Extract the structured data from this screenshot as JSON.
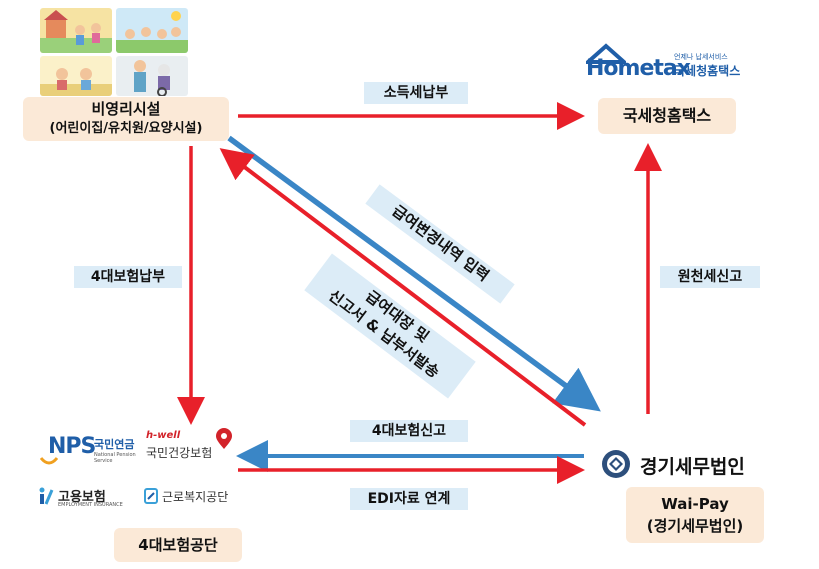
{
  "nodes": {
    "nonprofit": {
      "title": "비영리시설",
      "subtitle": "(어린이집/유치원/요양시설)"
    },
    "nts": {
      "title": "국세청홈택스"
    },
    "insurance": {
      "title": "4대보험공단"
    },
    "firm": {
      "name": "경기세무법인",
      "box_line1": "Wai-Pay",
      "box_line2": "(경기세무법인)"
    }
  },
  "labels": {
    "income_tax": "소득세납부",
    "insurance_pay": "4대보험납부",
    "withholding": "원천세신고",
    "insurance_report": "4대보험신고",
    "edi": "EDI자료 연계",
    "salary_input": "급여변경내역 입력",
    "ledger_line1": "급여대장 및",
    "ledger_line2": "신고서 & 납부서발송"
  },
  "logos": {
    "hometax_main": "Hometax",
    "hometax_small": "국세청홈택스",
    "hometax_tag": "언제나 납세서비스",
    "nps": "NPS",
    "nps_kr": "국민연금",
    "nps_en": "National Pension Service",
    "nhis_brand": "h-well",
    "nhis_kr": "국민건강보험",
    "ei_kr": "고용보험",
    "ei_en": "EMPLOYMENT INSURANCE",
    "comwel_kr": "근로복지공단"
  },
  "colors": {
    "red": "#e8202a",
    "blue": "#3a86c6",
    "node_fill": "#fbe9d7",
    "label_fill": "#dcecf7"
  }
}
